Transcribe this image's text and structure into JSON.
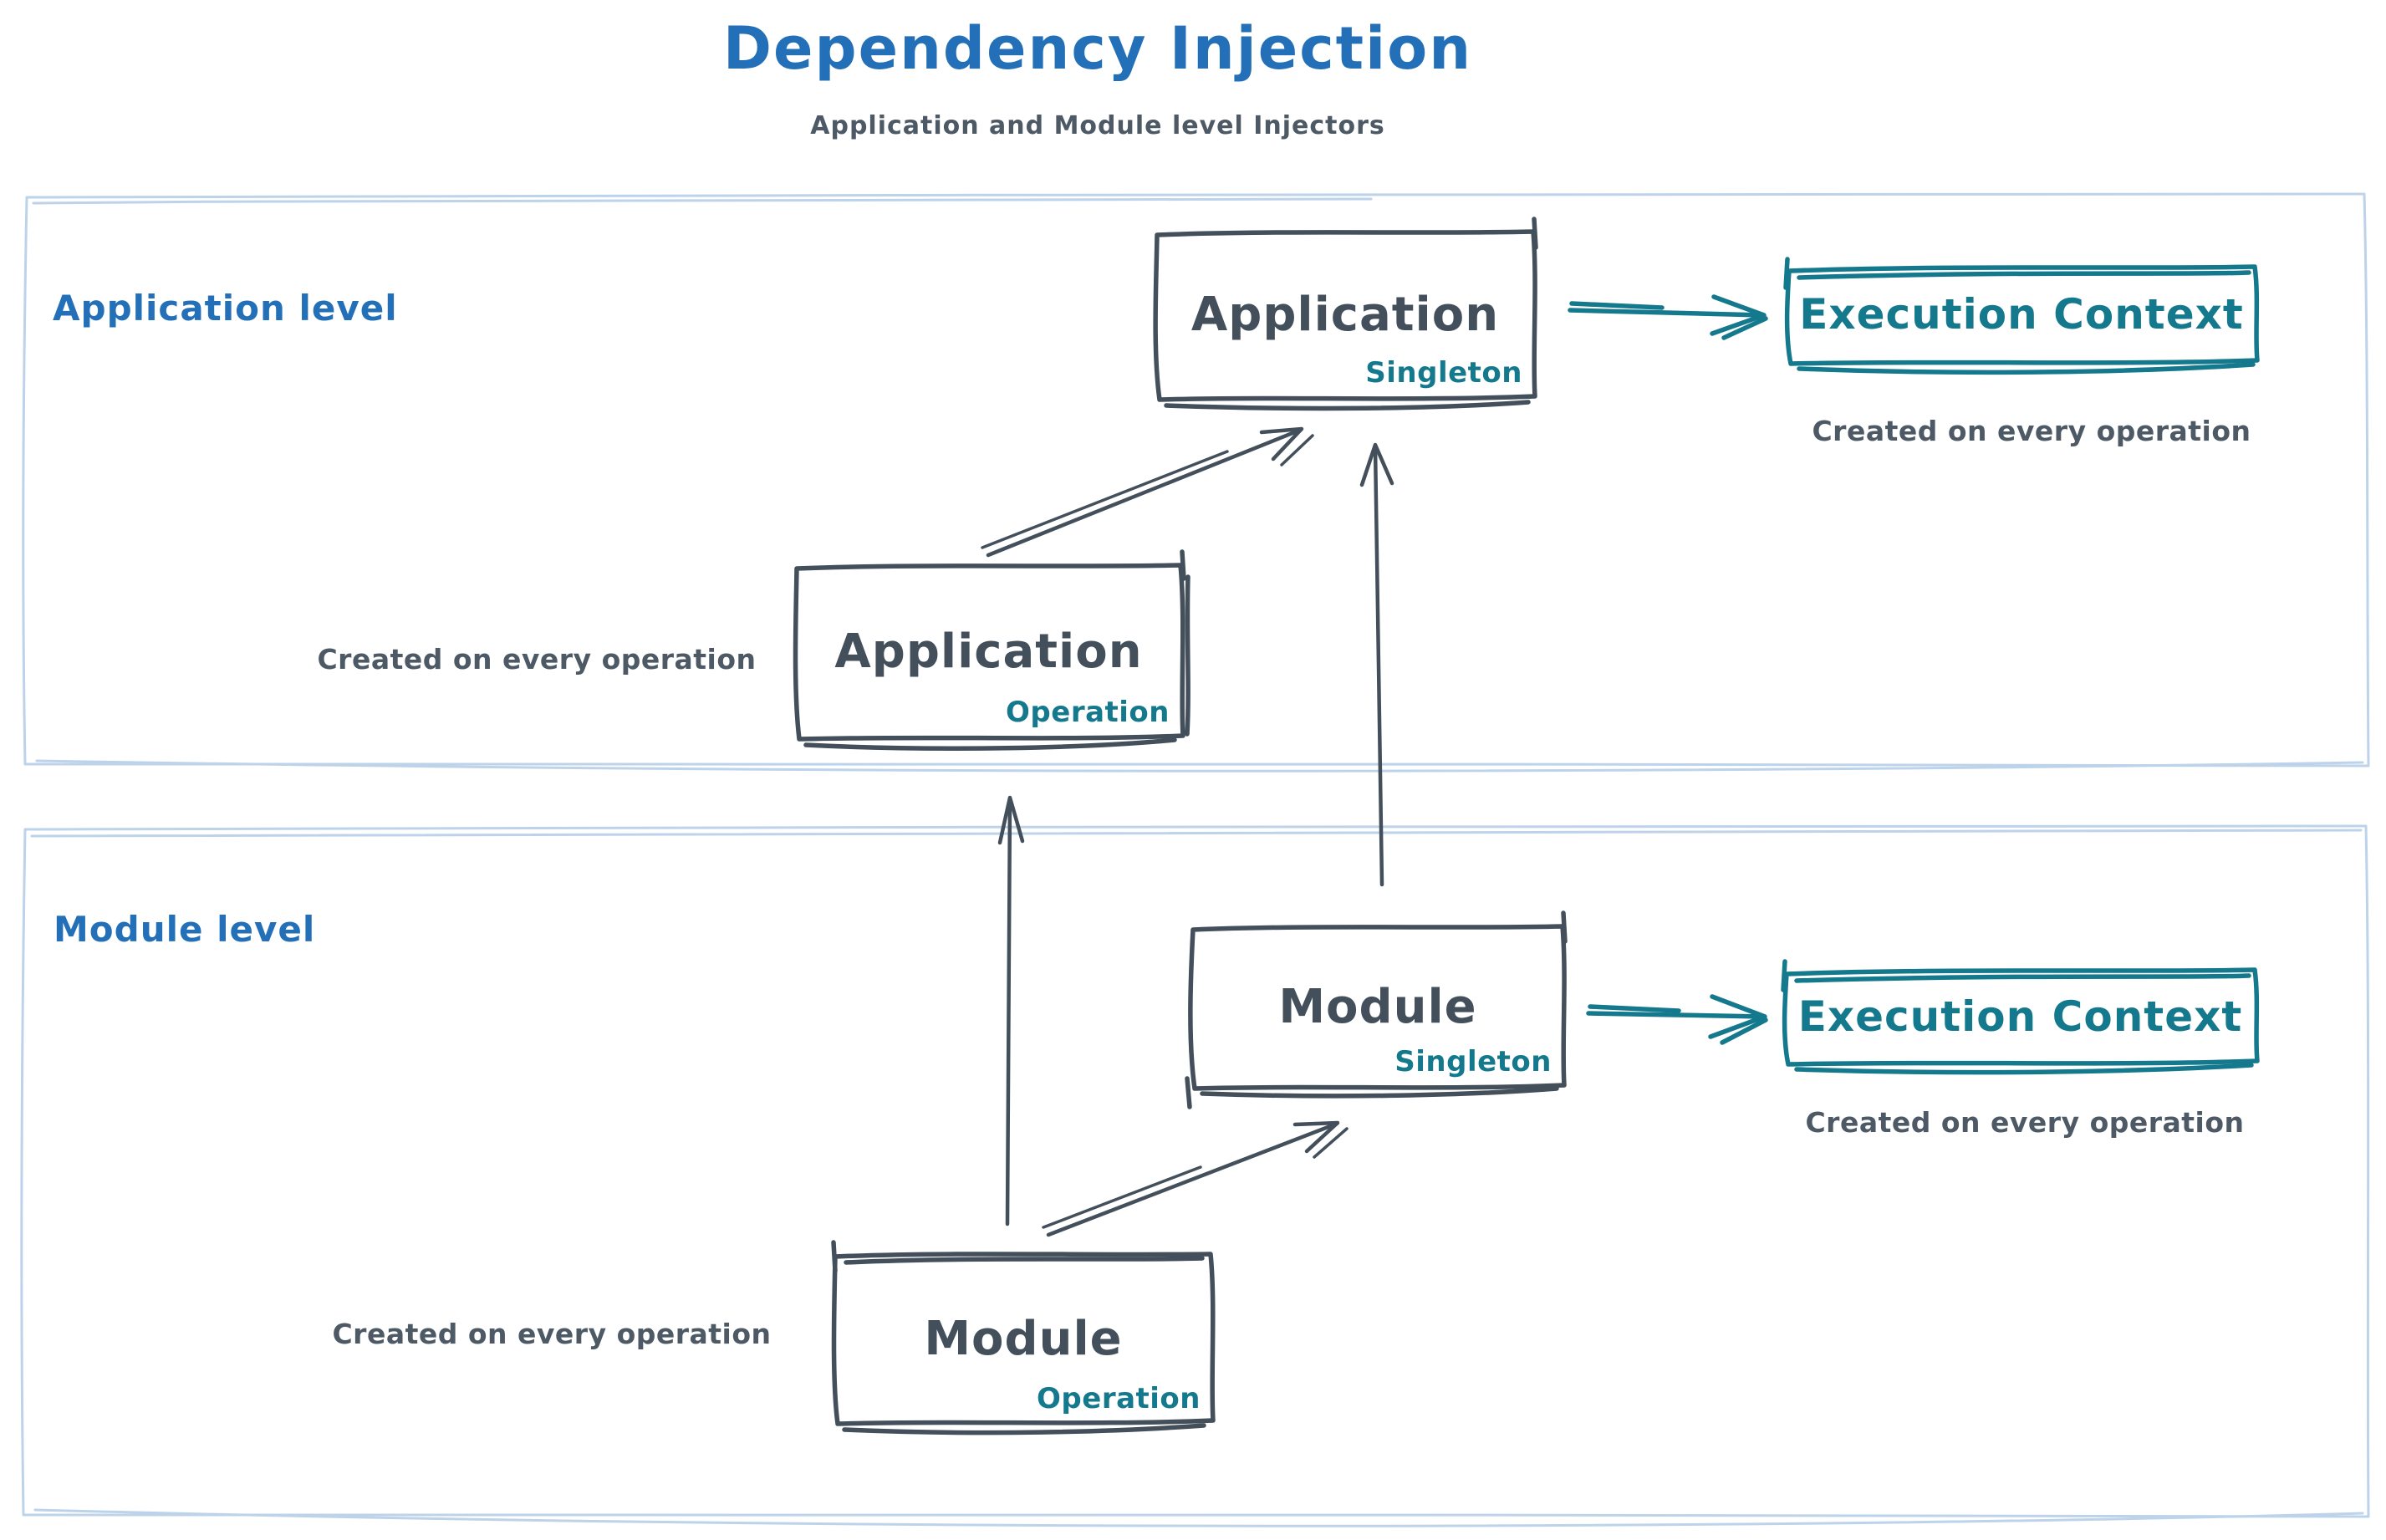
{
  "title": "Dependency Injection",
  "subtitle": "Application and Module level Injectors",
  "colors": {
    "accent_blue": "#2470b8",
    "slate": "#434f5b",
    "teal": "#15798e",
    "container_border": "#bdd3ea",
    "caption_gray": "#4d5965"
  },
  "sections": {
    "application": {
      "label": "Application level"
    },
    "module": {
      "label": "Module level"
    }
  },
  "nodes": {
    "app_singleton": {
      "label": "Application",
      "scope": "Singleton"
    },
    "app_operation": {
      "label": "Application",
      "scope": "Operation"
    },
    "app_execution_context": {
      "label": "Execution Context"
    },
    "module_singleton": {
      "label": "Module",
      "scope": "Singleton"
    },
    "module_operation": {
      "label": "Module",
      "scope": "Operation"
    },
    "module_execution_context": {
      "label": "Execution Context"
    }
  },
  "captions": {
    "app_execution_note": "Created on every operation",
    "app_operation_note": "Created on every operation",
    "module_execution_note": "Created on every operation",
    "module_operation_note": "Created on every operation"
  },
  "edges": [
    {
      "from": "app_operation",
      "to": "app_singleton"
    },
    {
      "from": "module_operation",
      "to": "module_singleton"
    },
    {
      "from": "module_operation",
      "to": "app_operation"
    },
    {
      "from": "module_singleton",
      "to": "app_singleton"
    },
    {
      "from": "app_singleton",
      "to": "app_execution_context"
    },
    {
      "from": "module_singleton",
      "to": "module_execution_context"
    }
  ]
}
